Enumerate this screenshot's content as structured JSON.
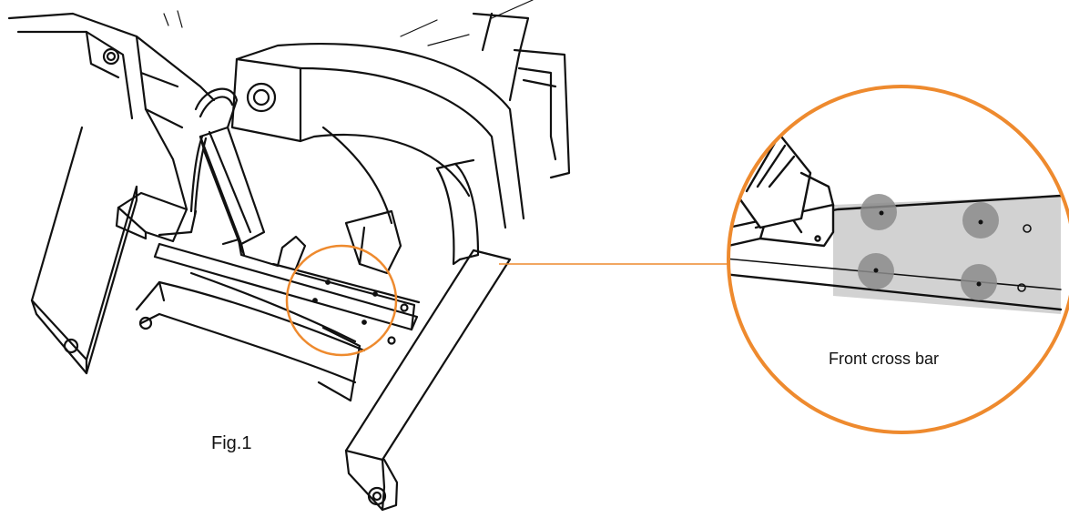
{
  "figure": {
    "fig_label": "Fig.1",
    "callout_label": "Front cross bar",
    "colors": {
      "line": "#111111",
      "callout": "#ee8a2e",
      "plate": "#d2d2d2",
      "dot": "#8c8c8c"
    },
    "icons": [
      "treadmill-frame-drawing",
      "magnified-crossbar-detail"
    ]
  }
}
